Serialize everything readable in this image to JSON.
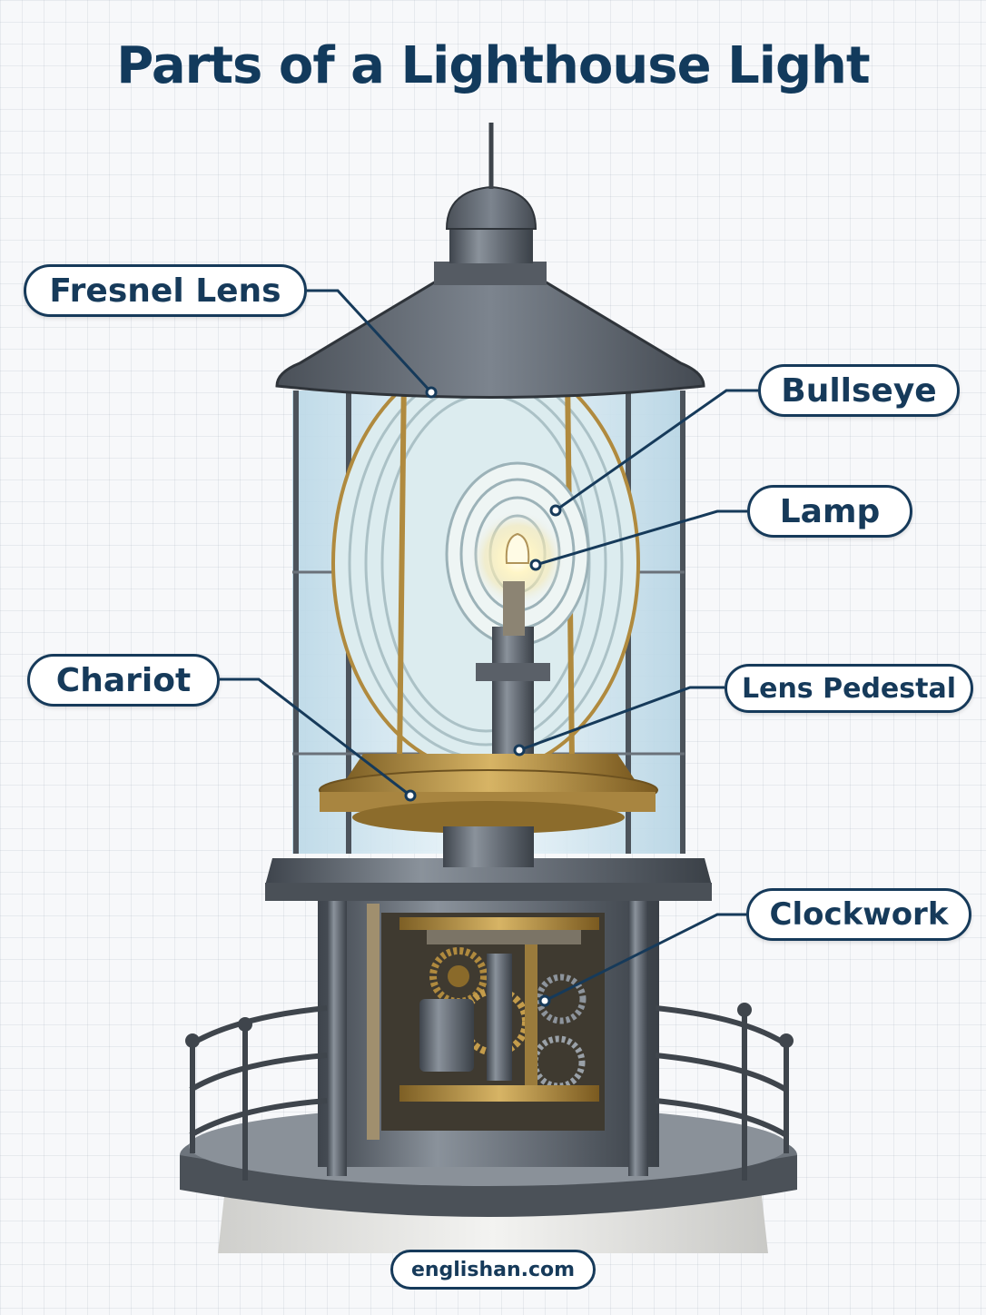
{
  "title": "Parts of a Lighthouse Light",
  "labels": {
    "fresnel_lens": "Fresnel Lens",
    "bullseye": "Bullseye",
    "lamp": "Lamp",
    "chariot": "Chariot",
    "lens_pedestal": "Lens Pedestal",
    "clockwork": "Clockwork"
  },
  "watermark": "englishan.com",
  "colors": {
    "title": "#123a5c",
    "label_border": "#163a5a",
    "brass": "#b08a3e",
    "iron": "#5d646d",
    "glass": "#cfe6f2"
  }
}
